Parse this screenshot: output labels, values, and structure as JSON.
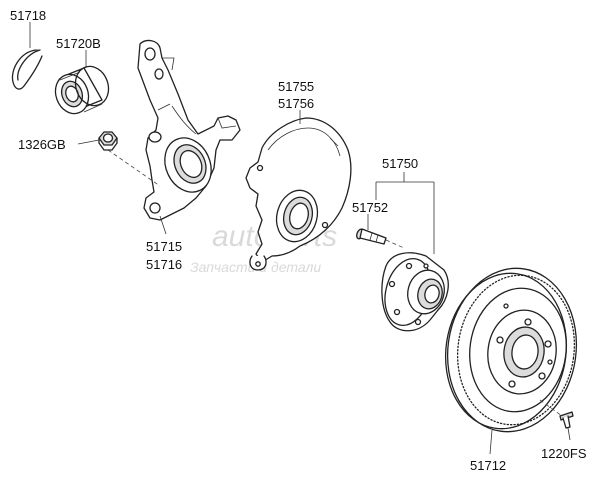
{
  "labels": {
    "retaining_ring": "51718",
    "wheel_bearing": "51720B",
    "hub_nut": "1326GB",
    "knuckle_line1": "51715",
    "knuckle_line2": "51716",
    "dust_cover_line1": "51755",
    "dust_cover_line2": "51756",
    "hub_assembly": "51750",
    "hub_bolt": "51752",
    "brake_disc": "51712",
    "disc_screw": "1220FS"
  },
  "watermark": {
    "text": "Запчасти и детали",
    "logo_text": "autoparts"
  }
}
